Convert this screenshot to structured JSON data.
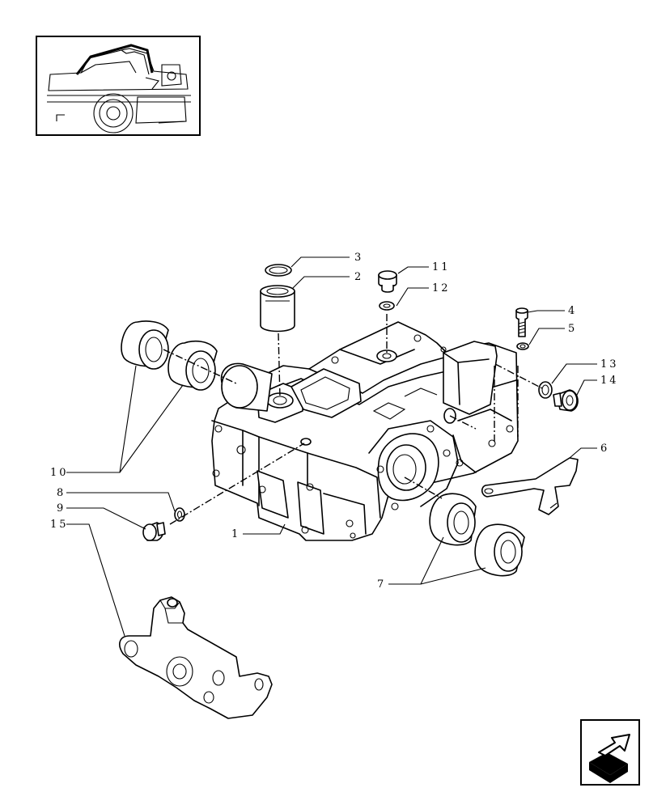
{
  "callouts": {
    "c1": "1",
    "c2": "2",
    "c3": "3",
    "c4": "4",
    "c5": "5",
    "c6": "6",
    "c7": "7",
    "c8": "8",
    "c9": "9",
    "c10": "10",
    "c11": "11",
    "c12": "12",
    "c13": "13",
    "c14": "14",
    "c15": "15"
  },
  "icons": {
    "thumbnail": "tractor-location-thumbnail",
    "nav": "next-page-arrow-icon"
  },
  "colors": {
    "line": "#000000",
    "background": "#ffffff"
  }
}
